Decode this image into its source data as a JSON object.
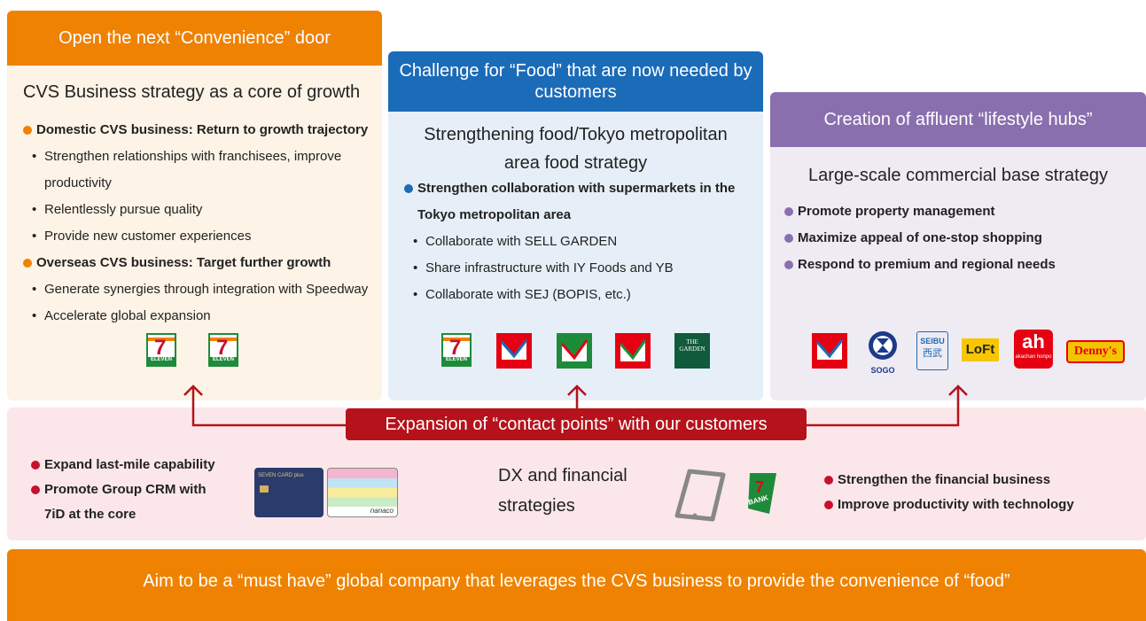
{
  "panel1": {
    "header": "Open the next “Convenience” door",
    "title": "CVS Business strategy as a core of growth",
    "items": [
      {
        "type": "main",
        "text": "Domestic CVS business: Return to growth trajectory"
      },
      {
        "type": "sub",
        "text": "Strengthen relationships with franchisees, improve productivity"
      },
      {
        "type": "sub",
        "text": "Relentlessly pursue quality"
      },
      {
        "type": "sub",
        "text": "Provide new customer experiences"
      },
      {
        "type": "main",
        "text": "Overseas CVS business: Target further growth"
      },
      {
        "type": "sub",
        "text": "Generate synergies through integration with Speedway"
      },
      {
        "type": "sub",
        "text": "Accelerate global expansion"
      }
    ],
    "logo_labels": [
      "ELEVEN",
      "ELEVEN"
    ]
  },
  "panel2": {
    "header": "Challenge for “Food” that are now needed by customers",
    "title": "Strengthening food/Tokyo metropolitan area food strategy",
    "items": [
      {
        "type": "main",
        "text": "Strengthen collaboration with supermarkets in the Tokyo metropolitan area"
      },
      {
        "type": "sub",
        "text": "Collaborate with SELL GARDEN"
      },
      {
        "type": "sub",
        "text": "Share infrastructure with IY Foods and YB"
      },
      {
        "type": "sub",
        "text": "Collaborate with SEJ (BOPIS, etc.)"
      }
    ],
    "garden_logo": "THE GARDEN"
  },
  "panel3": {
    "header": "Creation of affluent “lifestyle hubs”",
    "title": "Large-scale commercial base strategy",
    "items": [
      {
        "type": "main",
        "text": "Promote property management"
      },
      {
        "type": "main",
        "text": "Maximize appeal of one-stop shopping"
      },
      {
        "type": "main",
        "text": "Respond to premium and regional needs"
      }
    ],
    "logos": {
      "sogo": "SOGO",
      "seibu": "SEIBU",
      "seibu_jp": "西武",
      "loft": "LoFt",
      "akachan": "akachan honpo",
      "dennys": "Denny's"
    }
  },
  "expansion": {
    "label": "Expansion of “contact points” with our customers",
    "left_items": [
      "Expand last-mile capability",
      "Promote Group CRM with 7iD at the core"
    ],
    "dx_title_line1": "DX and financial",
    "dx_title_line2": "strategies",
    "right_items": [
      "Strengthen the financial business",
      "Improve productivity with technology"
    ],
    "card1": "SEVEN CARD plus",
    "card2": "nanaco",
    "bank": "BANK"
  },
  "bottom_banner": "Aim to be a “must have” global company that leverages the CVS business to provide the convenience of “food”",
  "colors": {
    "orange": "#ef8200",
    "blue": "#1a6bb8",
    "purple": "#8a6fae",
    "red": "#b5121b"
  }
}
